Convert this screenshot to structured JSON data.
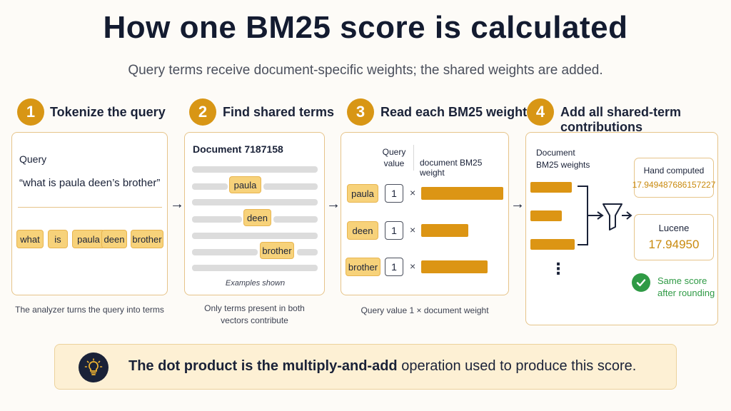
{
  "title": "How one BM25 score is calculated",
  "subtitle": "Query terms receive document-specific weights; the shared weights are added.",
  "steps": [
    {
      "number": "1",
      "title": "Tokenize the query",
      "label": "Query",
      "query": "“what is paula deen’s brother”",
      "tokens": [
        "what",
        "is",
        "paula",
        "deen",
        "brother"
      ],
      "caption": "The analyzer turns the query into terms"
    },
    {
      "number": "2",
      "title": "Find shared terms",
      "document": "Document 7187158",
      "shared_terms": [
        "paula",
        "deen",
        "brother"
      ],
      "note": "Examples shown",
      "caption_line1": "Only terms present in both",
      "caption_line2": "vectors contribute"
    },
    {
      "number": "3",
      "title": "Read each BM25 weight",
      "col_query_line1": "Query",
      "col_query_line2": "value",
      "col_weight": "document BM25 weight",
      "rows": [
        {
          "term": "paula",
          "query_value": "1",
          "times": "×",
          "weight_rel": 1.0
        },
        {
          "term": "deen",
          "query_value": "1",
          "times": "×",
          "weight_rel": 0.57
        },
        {
          "term": "brother",
          "query_value": "1",
          "times": "×",
          "weight_rel": 0.81
        }
      ],
      "caption": "Query value 1 × document weight"
    },
    {
      "number": "4",
      "title": "Add all shared-term contributions",
      "weights_label_line1": "Document",
      "weights_label_line2": "BM25 weights",
      "more": "⋮",
      "hand_label": "Hand computed",
      "hand_value": "17.949487686157227",
      "lucene_label": "Lucene",
      "lucene_value": "17.94950",
      "check_line1": "Same score",
      "check_line2": "after rounding"
    }
  ],
  "footer": {
    "bold": "The dot product is the multiply-and-add",
    "rest": " operation used to produce this score."
  },
  "colors": {
    "accent": "#d89615",
    "bar": "#dc9514",
    "chip": "#f7d27a",
    "check": "#2f9a45",
    "navy": "#1a2238"
  }
}
